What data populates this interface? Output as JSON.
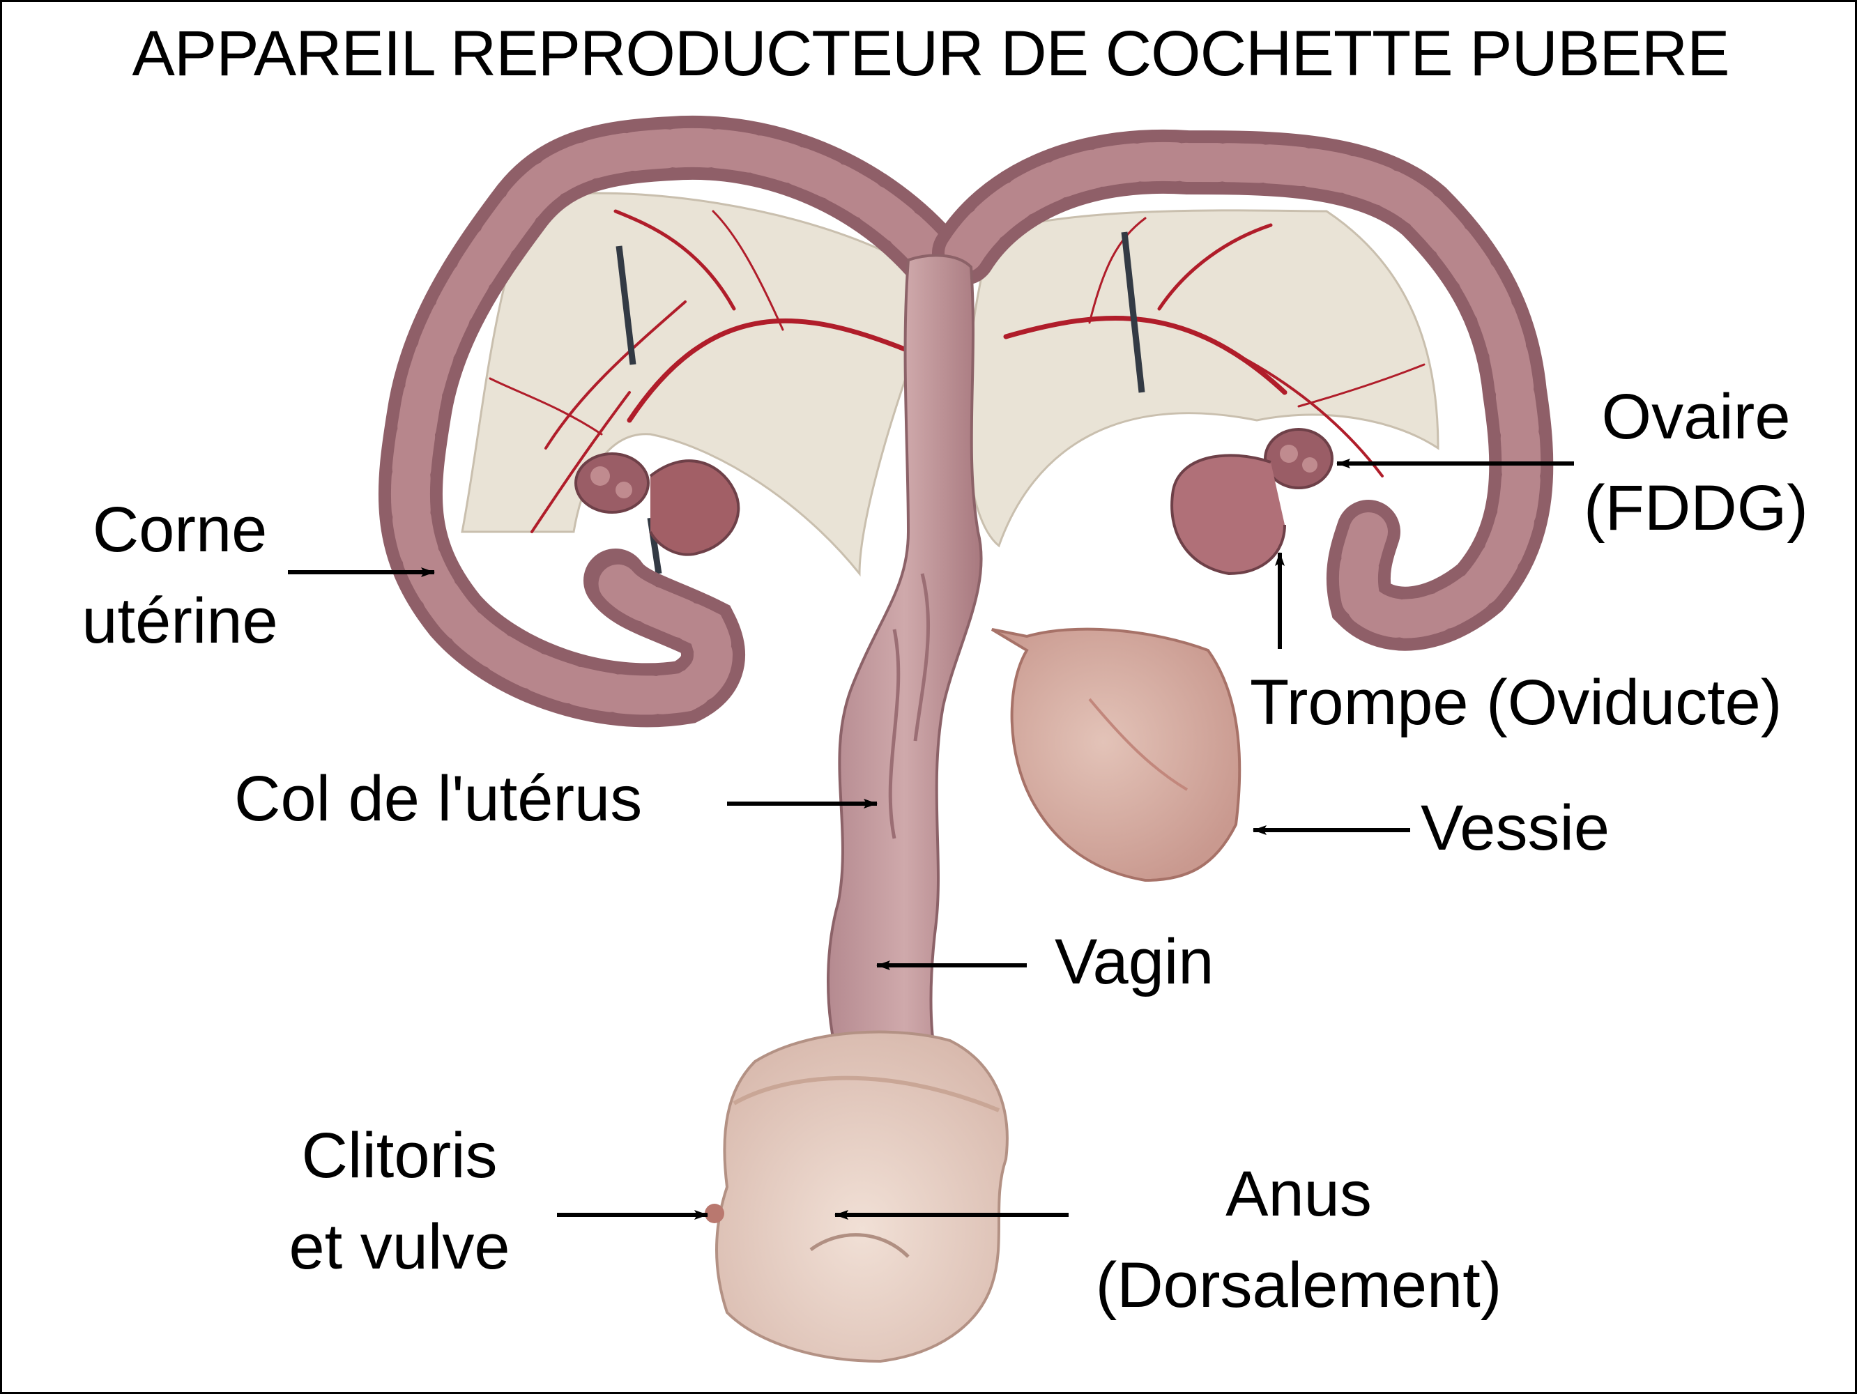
{
  "title": "APPAREIL REPRODUCTEUR DE COCHETTE PUBERE",
  "labels": {
    "corne": [
      "Corne",
      "utérine"
    ],
    "ovaire": [
      "Ovaire",
      "(FDDG)"
    ],
    "trompe": "Trompe (Oviducte)",
    "col": "Col de l'utérus",
    "vessie": "Vessie",
    "vagin": "Vagin",
    "clitoris": [
      "Clitoris",
      "et vulve"
    ],
    "anus": [
      "Anus",
      "(Dorsalement)"
    ]
  },
  "colors": {
    "text": "#000000",
    "tissue": "#a77a82",
    "tissue_dark": "#6e4048",
    "mesentery": "#e9e3d6",
    "vessel": "#b01d2a",
    "bladder": "#d8b3a7",
    "vulva": "#ead3c8"
  }
}
